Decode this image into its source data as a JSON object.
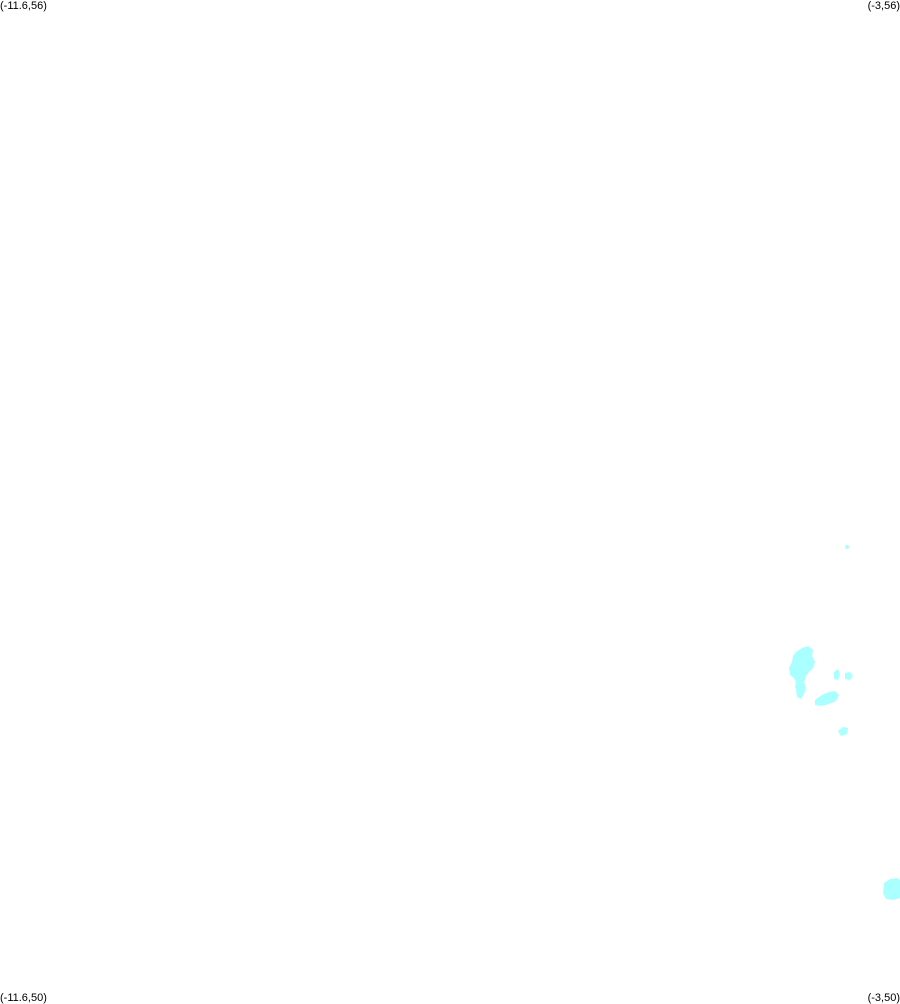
{
  "corners": {
    "top_left": "(-11.6,56)",
    "top_right": "(-3,56)",
    "bottom_left": "(-11.6,50)",
    "bottom_right": "(-3,50)"
  },
  "colors": {
    "background": "#ffffff",
    "feature_fill": "#aaffff",
    "label": "#000000"
  }
}
